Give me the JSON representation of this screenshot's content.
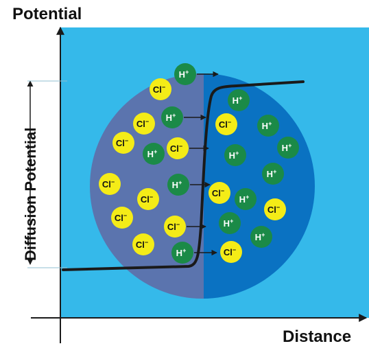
{
  "labels": {
    "y_axis": "Potential",
    "x_axis": "Distance",
    "potential_span": "Diffusion Potential"
  },
  "ions": {
    "h_base": "H",
    "h_sup": "+",
    "cl_base": "Cl",
    "cl_sup": "−"
  },
  "colors": {
    "background": "#35b9ea",
    "left_half": "#5b74ae",
    "right_half": "#0a72c2",
    "h_ion": "#1b8a47",
    "cl_ion": "#f4ec17",
    "curve": "#1a1a1a"
  }
}
